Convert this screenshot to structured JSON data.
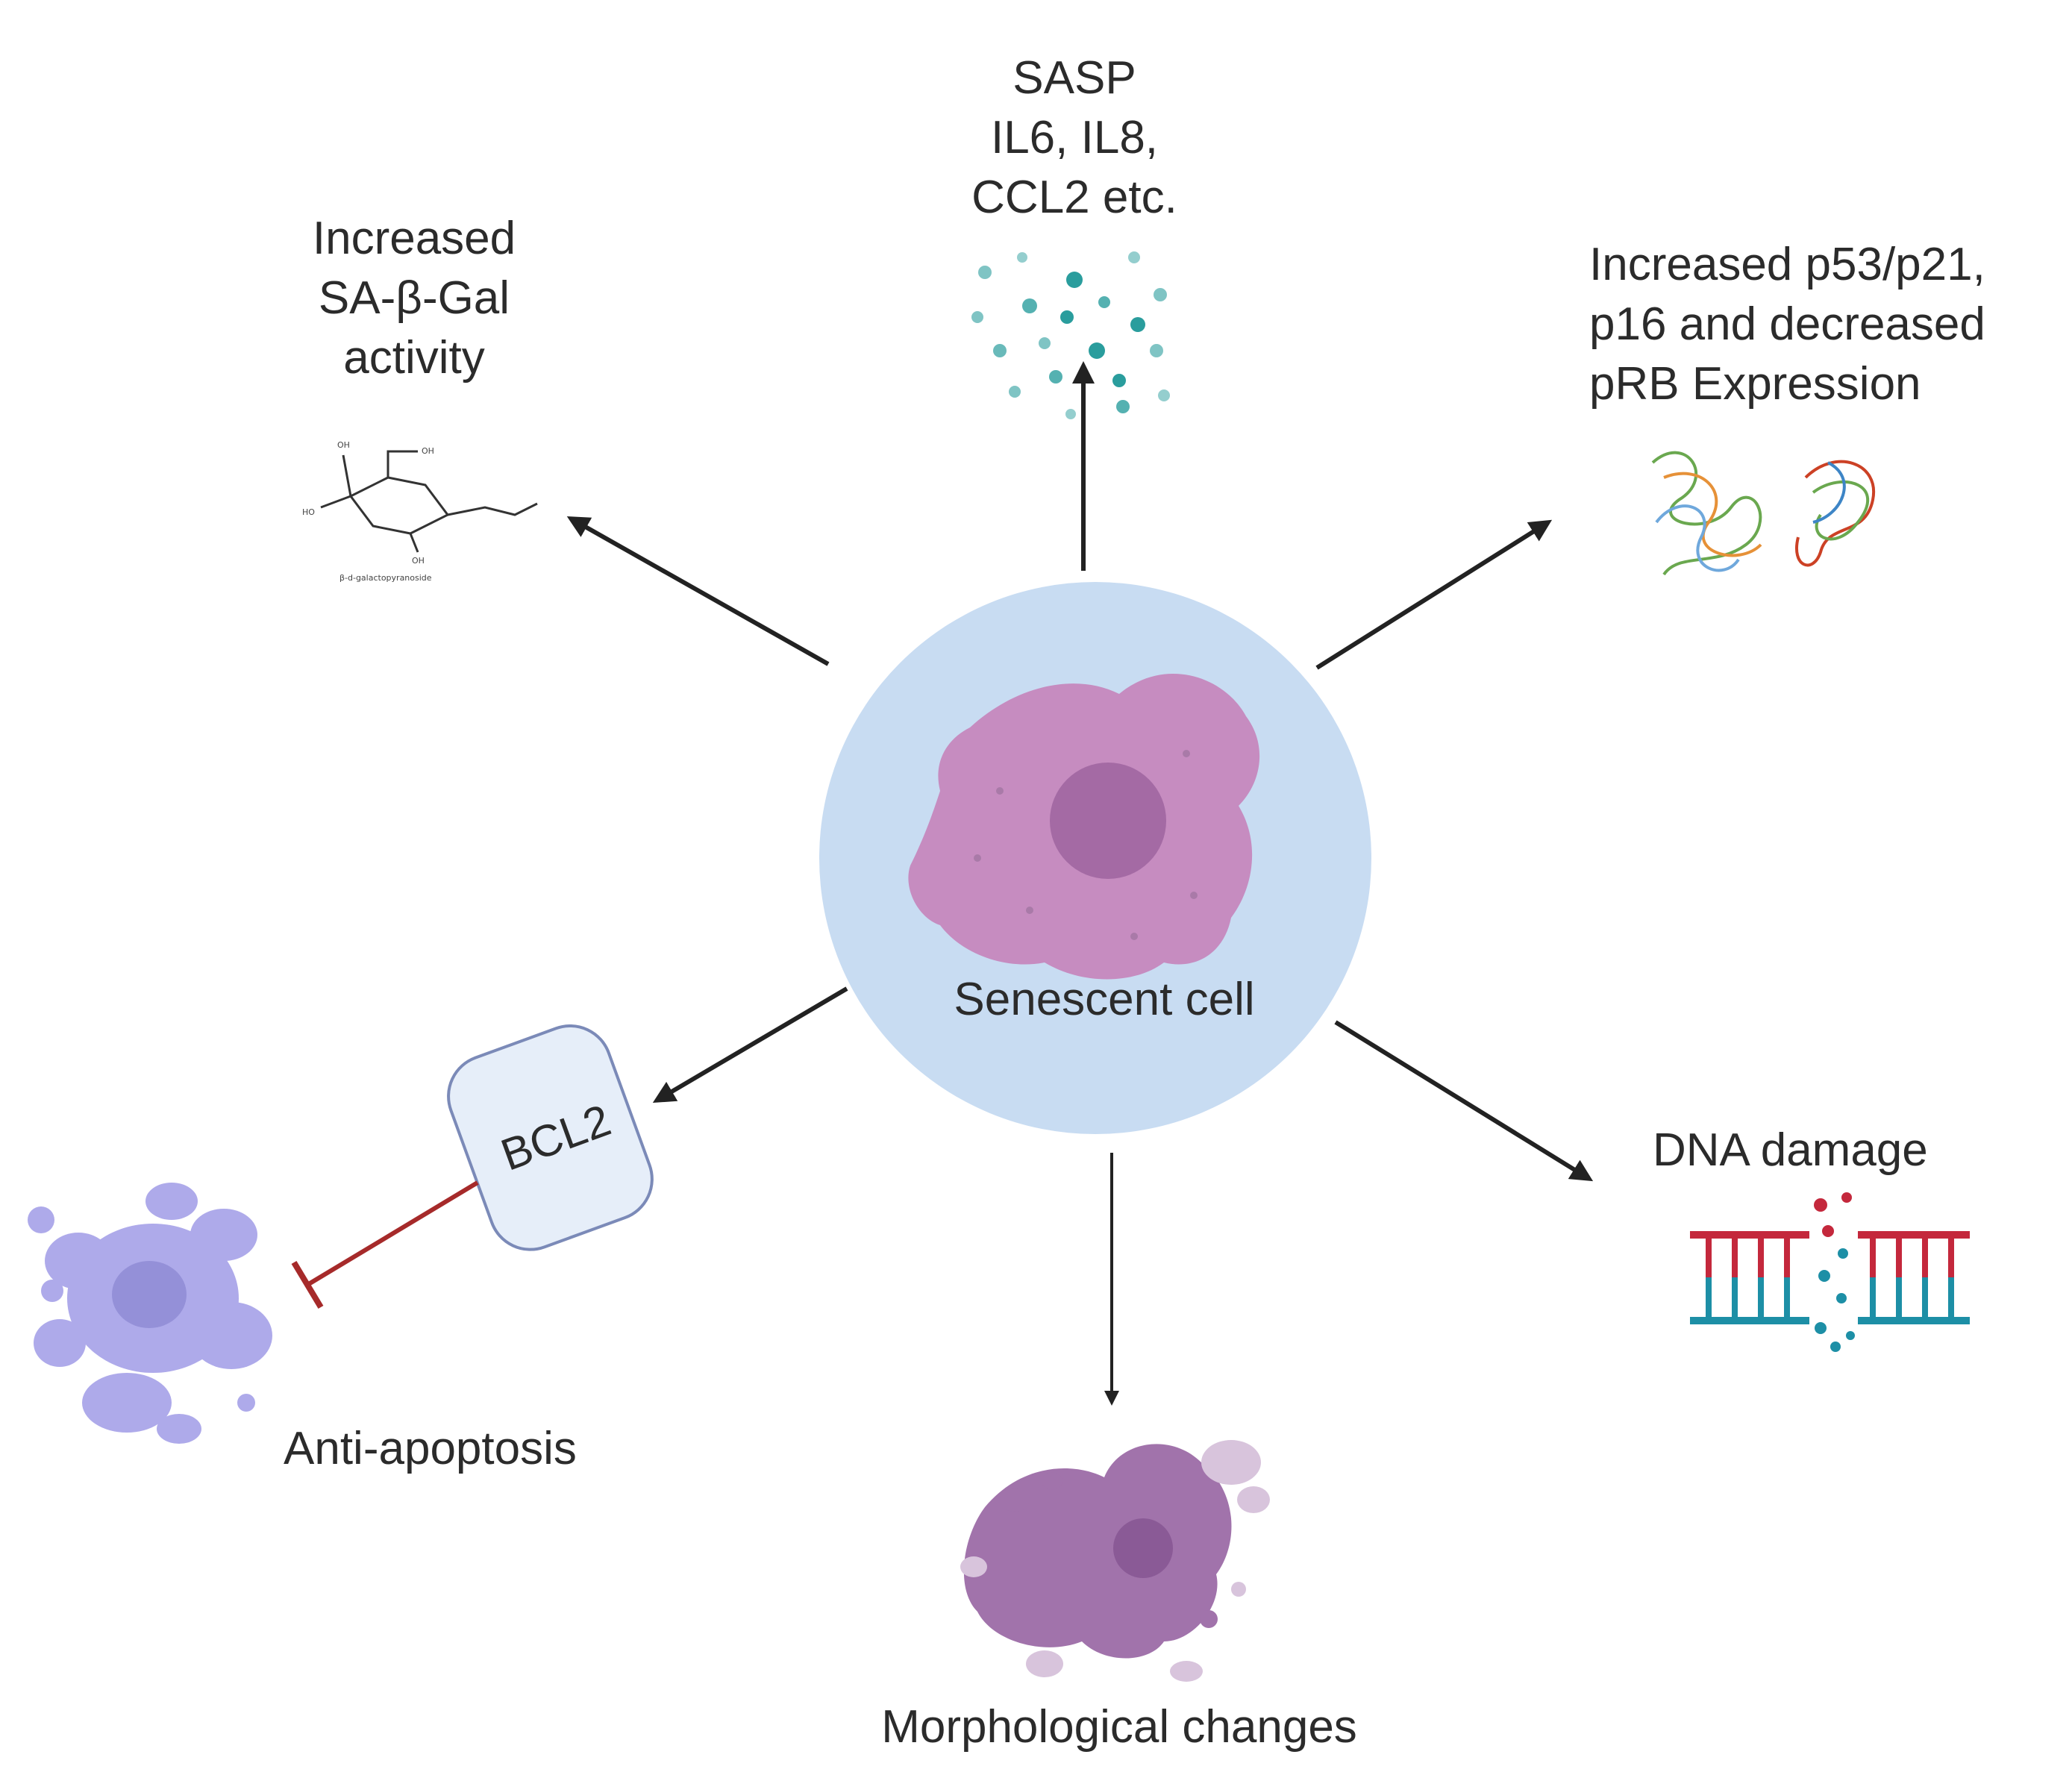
{
  "center": {
    "label": "Senescent cell"
  },
  "labels": {
    "sasp": [
      "SASP",
      "IL6, IL8,",
      "CCL2 etc."
    ],
    "sa_beta_gal": [
      "Increased",
      "SA-β-Gal",
      "activity"
    ],
    "p53": [
      "Increased  p53/p21,",
      "p16 and decreased",
      "pRB Expression"
    ],
    "bcl2": "BCL2",
    "anti_apoptosis": "Anti-apoptosis",
    "dna_damage": "DNA damage",
    "morphology": "Morphological changes",
    "chem": [
      "OH",
      "OH",
      "HO",
      "OH",
      "β-d-galactopyranoside"
    ]
  },
  "colors": {
    "cell_circle": "#c8dcf2",
    "cell_body": "#c68cc0",
    "nucleus": "#a46aa4",
    "arrow": "#222222",
    "inhibit": "#a62a2a",
    "apoptotic": "#aeaaea",
    "bcl2_fill": "#e6eef9",
    "bcl2_stroke": "#7b8ab8",
    "dna_red": "#c4283c",
    "dna_teal": "#1d8fa6",
    "sasp_teal": "#2a9d9d",
    "morph_cell": "#a173ab"
  }
}
